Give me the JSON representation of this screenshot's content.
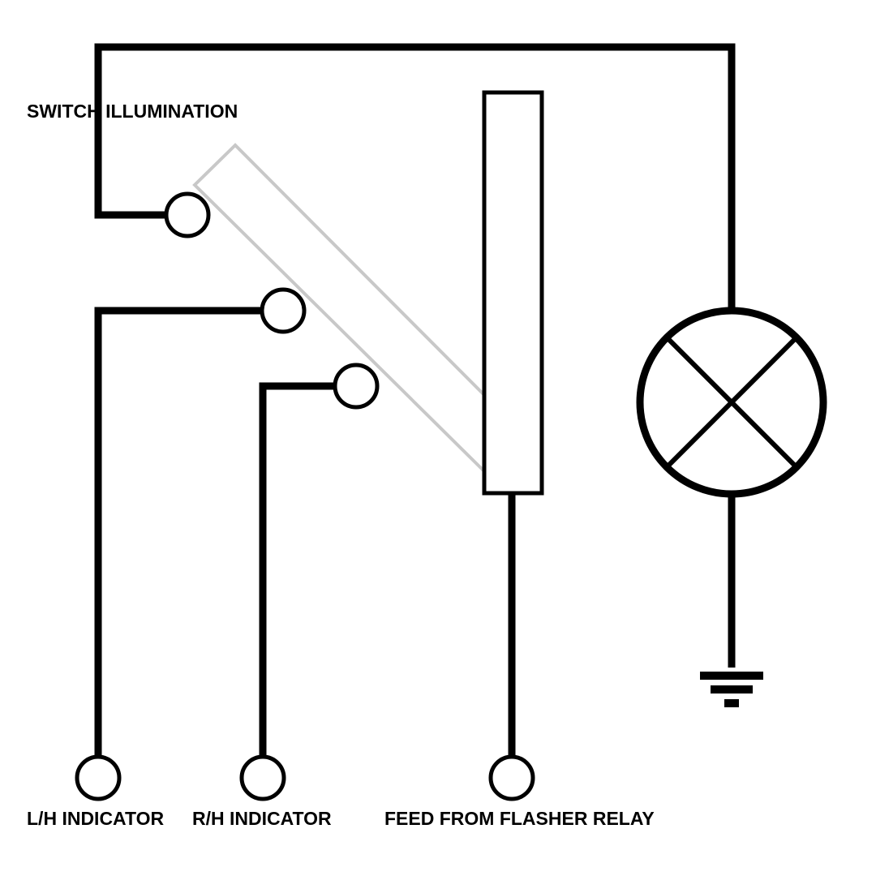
{
  "labels": {
    "switch_illumination": "SWITCH ILLUMINATION",
    "lh_indicator": "L/H INDICATOR",
    "rh_indicator": "R/H INDICATOR",
    "feed_from_flasher_relay": "FEED FROM FLASHER RELAY"
  },
  "colors": {
    "wire": "#000000",
    "switch_lever": "#c8c8c8",
    "background": "#ffffff"
  },
  "icons": {
    "lamp": "lamp-icon",
    "ground": "ground-icon",
    "terminal": "terminal-icon"
  }
}
